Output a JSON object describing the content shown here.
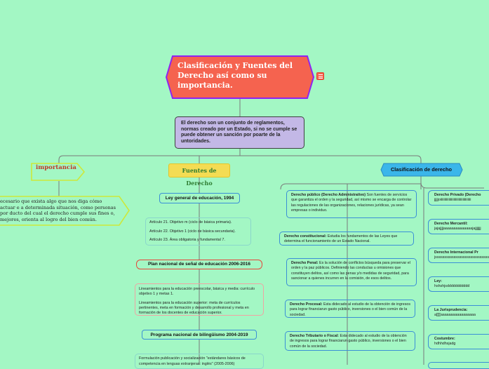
{
  "colors": {
    "background": "#a3f7c4",
    "title_fill": "#f5634f",
    "title_border": "#8e24f0",
    "definition_fill": "#c3b8e6",
    "fuentes_fill": "#f4dc53",
    "clasificacion_fill": "#3bb6ea",
    "importancia_border": "#cde83a",
    "line": "#7a7a7a"
  },
  "title": {
    "text": "Clasificación y Fuentes del Derecho así como su importancia.",
    "menu_icon": "menu-icon"
  },
  "definition": {
    "text": "El derecho son un conjunto de reglamentos, normas creado por un Estado, si no se cumple se puede obtener un sanción por poarte de la untoridades."
  },
  "importancia": {
    "label": "importancia",
    "note": "ecesario que exista algo que nos diga cómo actuar e a determinada situación, como personas por ducto del cual el derecho cumple sus fines o, mejores, orienta al logro del bien común."
  },
  "fuentes": {
    "label": "Fuentes de Derecho",
    "items": [
      {
        "label": "Ley general de educación, 1994",
        "details": [
          "Artículo 21. Objetivo m (ciclo de básica primaria).",
          "Artículo 22. Objetivo 1 (ciclo de básica secundaria).",
          "Artículo 23. Área obligatoria y fundamental 7."
        ]
      },
      {
        "label": "Plan nacional de señal de educación 2006-2016",
        "details": [
          "Lineamientos para la educación preescolar, básica y media: currículo objetivo 1 y metas 1.",
          "Lineamientos para la educación superior: meta de currículos pertinentes, meta en formación y desarrollo profesional y meta en formación de los docentes de educación superior."
        ]
      },
      {
        "label": "Programa nacional de bilingüismo 2004-2019",
        "details": [
          "Formulación publicación y socialización \"estándares básicos de competencia en lenguas extranjeras: inglés\" (2005-2006)"
        ]
      }
    ]
  },
  "clasificacion": {
    "label": "Clasificación de derecho",
    "items": [
      {
        "name": "Derecho público (Derecho Administrativo)",
        "desc": " Son fuentes de servicios que garantiza el orden y la seguridad, así mismo se encarga de controlar las regulaciones de las organizaciones, relaciones jurídicas, ya sean empresas o individuo."
      },
      {
        "name": "Derecho constitucional:",
        "desc": " Estudia los fundamentos de las Leyes que determina el funcionamiento de un Estado Nacional."
      },
      {
        "name": "Derecho Penal:",
        "desc": " Es la solución de conflictos búsqueda para preservar el orden y la paz públicos. Definiendo las conductas u omisiones que constituyen delitos, así como las penas y/o medidas de seguridad, para sancionar a quienes incurren en la comisión, de esos delitos."
      },
      {
        "name": "Derecho Procesal:",
        "desc": " Esta didecado al estudio de la obtención de ingresos para lograr financiarun gasto público, inversiones o el bien común de la sociedad."
      },
      {
        "name": "Derecho Tributario o Fiscal:",
        "desc": " Esta didecado al estudio de la obtención de ingresos para lograr financiarun gasto público, inversiones o el bien común de la sociedad."
      }
    ],
    "right": [
      {
        "name": "Derecho Privado (Derecho",
        "desc": "jjjjjoiiiiiiiiiiiiiiiiiiiiiiiiiiiiiiiiiiiii"
      },
      {
        "name": "Derecho Mercantil:",
        "desc": "jajajjjjaaaaaaaaaaaaaajajjjjjjj"
      },
      {
        "name": "Derecho Internacional Pr",
        "desc": "jsssssssssssssssssssssssssssssss"
      },
      {
        "name": "Ley:",
        "desc": "hshshjsddddddddddd"
      },
      {
        "name": "La Jurisprudencia:",
        "desc": "a[[[[aaaaaaaaaaaaaaaaa"
      },
      {
        "name": "Costumbre:",
        "desc": "hdhhdhsjadg"
      }
    ]
  }
}
